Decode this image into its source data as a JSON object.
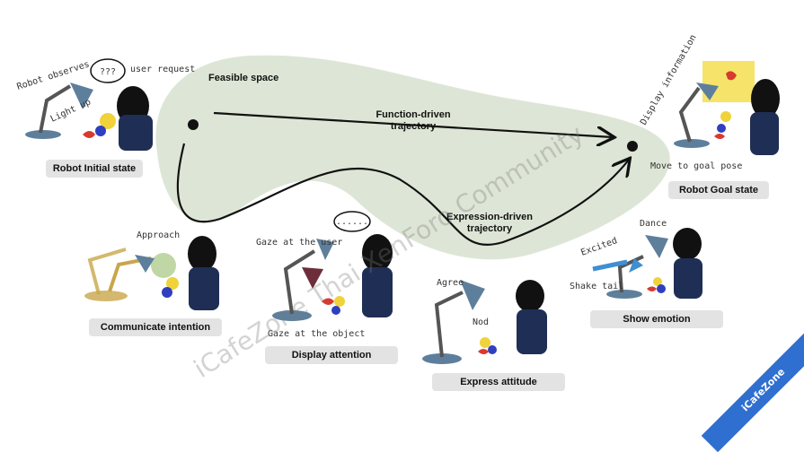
{
  "diagram": {
    "region_label": "Feasible space",
    "function_traj": "Function-driven trajectory",
    "expression_traj": "Expression-driven trajectory",
    "states": {
      "initial": "Robot Initial state",
      "goal": "Robot Goal state"
    },
    "behaviors": {
      "communicate": "Communicate intention",
      "display": "Display attention",
      "express": "Express attitude",
      "emotion": "Show emotion"
    },
    "annotations": {
      "robot_observes": "Robot observes",
      "user_request": "user request",
      "light_up": "Light up",
      "speech_mark": "???",
      "display_information": "Display information",
      "move_to_goal": "Move to goal pose",
      "approach": "Approach",
      "gaze_user": "Gaze at the user",
      "gaze_object": "Gaze at the object",
      "ellipsis": "......",
      "agree": "Agree",
      "nod": "Nod",
      "excited": "Excited",
      "dance": "Dance",
      "shake_tail": "Shake tail"
    }
  },
  "watermarks": {
    "main": "iCafeZone Thai XenForo Community",
    "corner": "iCafeZone"
  },
  "colors": {
    "region": "#dde6d6",
    "lamp": "#5e7f9c",
    "communicate_lamp": "#c8a64a",
    "display_lamp": "#6e2d3b",
    "emotion_lamp": "#3f8fd2",
    "pill": "#e3e3e3"
  }
}
